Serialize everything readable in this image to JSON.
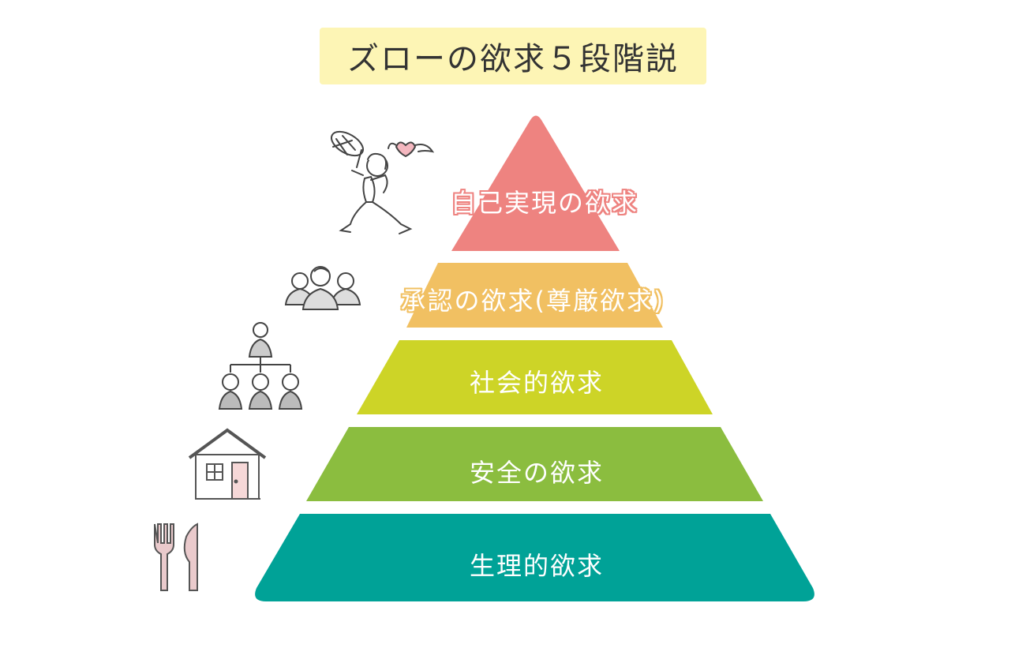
{
  "title": "ズローの欲求５段階説",
  "levels": [
    {
      "label": "自己実現の欲求",
      "color": "#ee8380",
      "icon": "butterfly-net-person-icon"
    },
    {
      "label": "承認の欲求(尊厳欲求)",
      "color": "#f1c062",
      "icon": "group-people-icon"
    },
    {
      "label": "社会的欲求",
      "color": "#cdd427",
      "icon": "org-chart-icon"
    },
    {
      "label": "安全の欲求",
      "color": "#8bbd3f",
      "icon": "house-icon"
    },
    {
      "label": "生理的欲求",
      "color": "#00a297",
      "icon": "fork-knife-icon"
    }
  ]
}
